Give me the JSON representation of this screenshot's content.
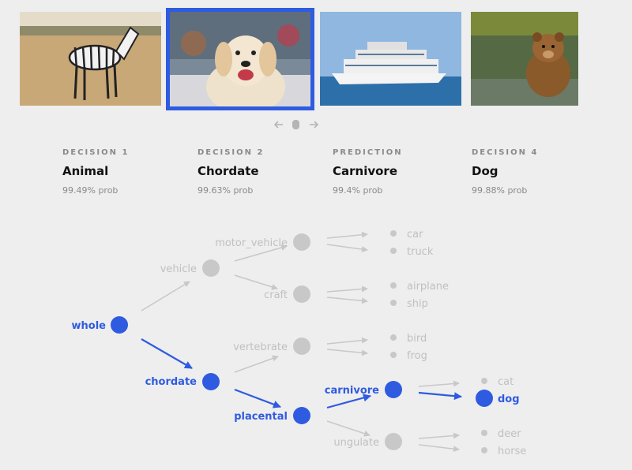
{
  "gallery": {
    "images": [
      {
        "name": "zebra"
      },
      {
        "name": "dog",
        "selected": true
      },
      {
        "name": "cruise-ship"
      },
      {
        "name": "bear"
      }
    ]
  },
  "decisions": [
    {
      "label": "DECISION 1",
      "value": "Animal",
      "prob": "99.49% prob"
    },
    {
      "label": "DECISION 2",
      "value": "Chordate",
      "prob": "99.63% prob"
    },
    {
      "label": "PREDICTION",
      "value": "Carnivore",
      "prob": "99.4% prob"
    },
    {
      "label": "DECISION 4",
      "value": "Dog",
      "prob": "99.88% prob"
    }
  ],
  "tree": {
    "nodes": {
      "whole": "whole",
      "vehicle": "vehicle",
      "chordate": "chordate",
      "motor_vehicle": "motor_vehicle",
      "craft": "craft",
      "vertebrate": "vertebrate",
      "placental": "placental",
      "carnivore": "carnivore",
      "ungulate": "ungulate"
    },
    "leaves": {
      "car": "car",
      "truck": "truck",
      "airplane": "airplane",
      "ship": "ship",
      "bird": "bird",
      "frog": "frog",
      "cat": "cat",
      "dog": "dog",
      "deer": "deer",
      "horse": "horse"
    },
    "active_path": [
      "whole",
      "chordate",
      "placental",
      "carnivore",
      "dog"
    ]
  },
  "colors": {
    "active": "#2f5be0",
    "inactive": "#c8c8c8",
    "inactive_text": "#c0c0c0"
  }
}
